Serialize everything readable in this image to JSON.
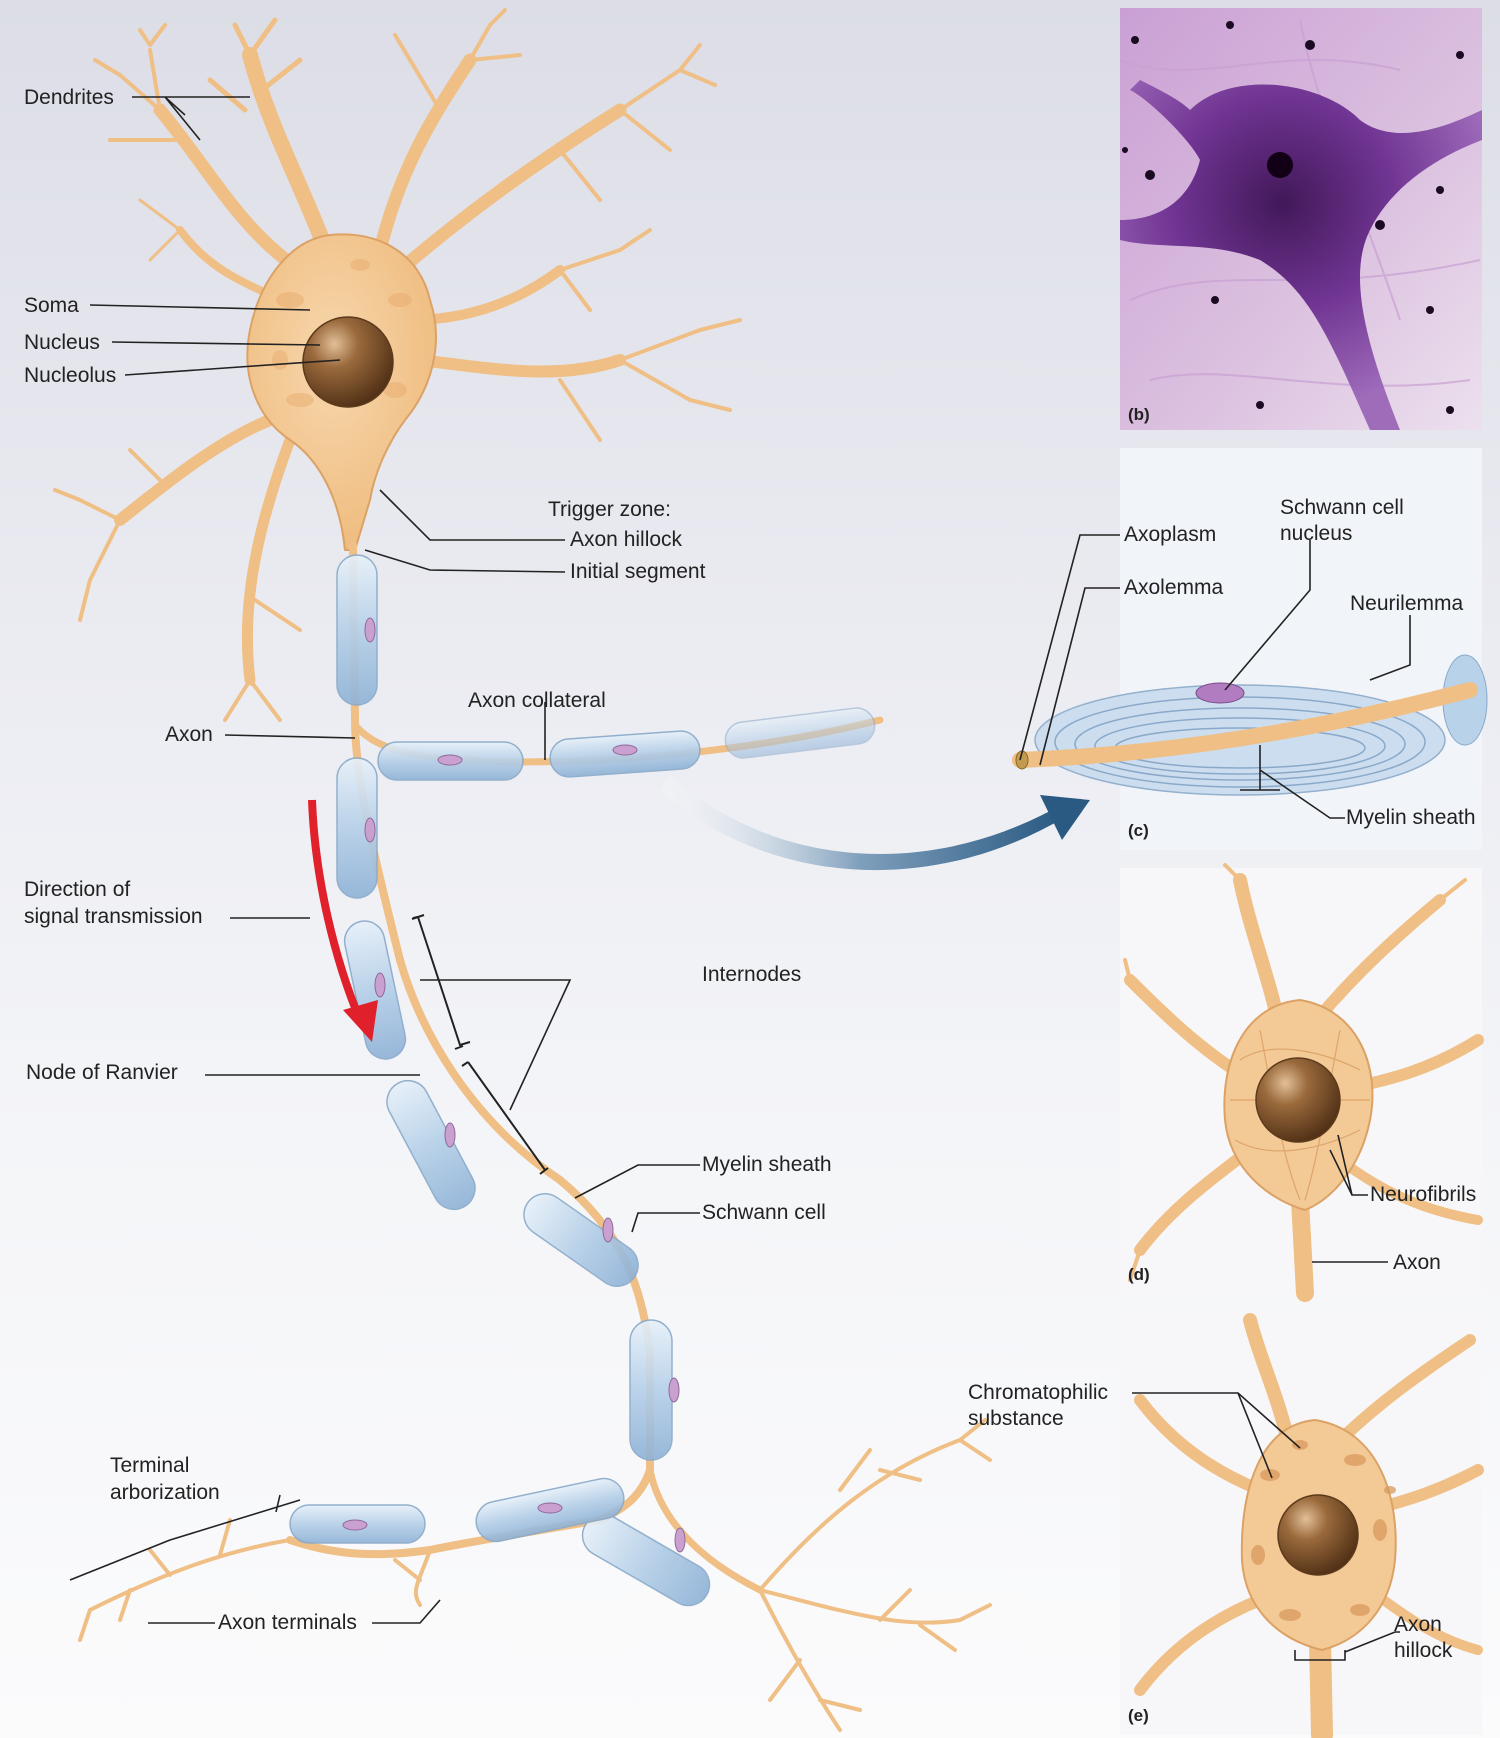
{
  "labels": {
    "dendrites": "Dendrites",
    "soma": "Soma",
    "nucleus": "Nucleus",
    "nucleolus": "Nucleolus",
    "trigger_zone": "Trigger zone:",
    "axon_hillock": "Axon hillock",
    "initial_segment": "Initial segment",
    "axon_collateral": "Axon collateral",
    "axon": "Axon",
    "direction_line1": "Direction of",
    "direction_line2": "signal transmission",
    "internodes": "Internodes",
    "node_of_ranvier": "Node of Ranvier",
    "myelin_sheath": "Myelin sheath",
    "schwann_cell": "Schwann cell",
    "terminal_line1": "Terminal",
    "terminal_line2": "arborization",
    "axon_terminals": "Axon terminals"
  },
  "panels": {
    "b": {
      "letter": "(b)"
    },
    "c": {
      "letter": "(c)",
      "axoplasm": "Axoplasm",
      "axolemma": "Axolemma",
      "schwann_nucleus_line1": "Schwann cell",
      "schwann_nucleus_line2": "nucleus",
      "neurilemma": "Neurilemma",
      "myelin_sheath": "Myelin sheath"
    },
    "d": {
      "letter": "(d)",
      "neurofibrils": "Neurofibrils",
      "axon": "Axon"
    },
    "e": {
      "letter": "(e)",
      "chromatophilic_line1": "Chromatophilic",
      "chromatophilic_line2": "substance",
      "axon_hillock_line1": "Axon",
      "axon_hillock_line2": "hillock"
    }
  },
  "colors": {
    "neuron": "#f2c48c",
    "neuron_edge": "#d79a5c",
    "myelin": "#b8d2ea",
    "nucleus": "#7a4e26",
    "arrow_red": "#e0202a",
    "arrow_blue": "#2f5f86",
    "stain": "#7a3fa0"
  }
}
